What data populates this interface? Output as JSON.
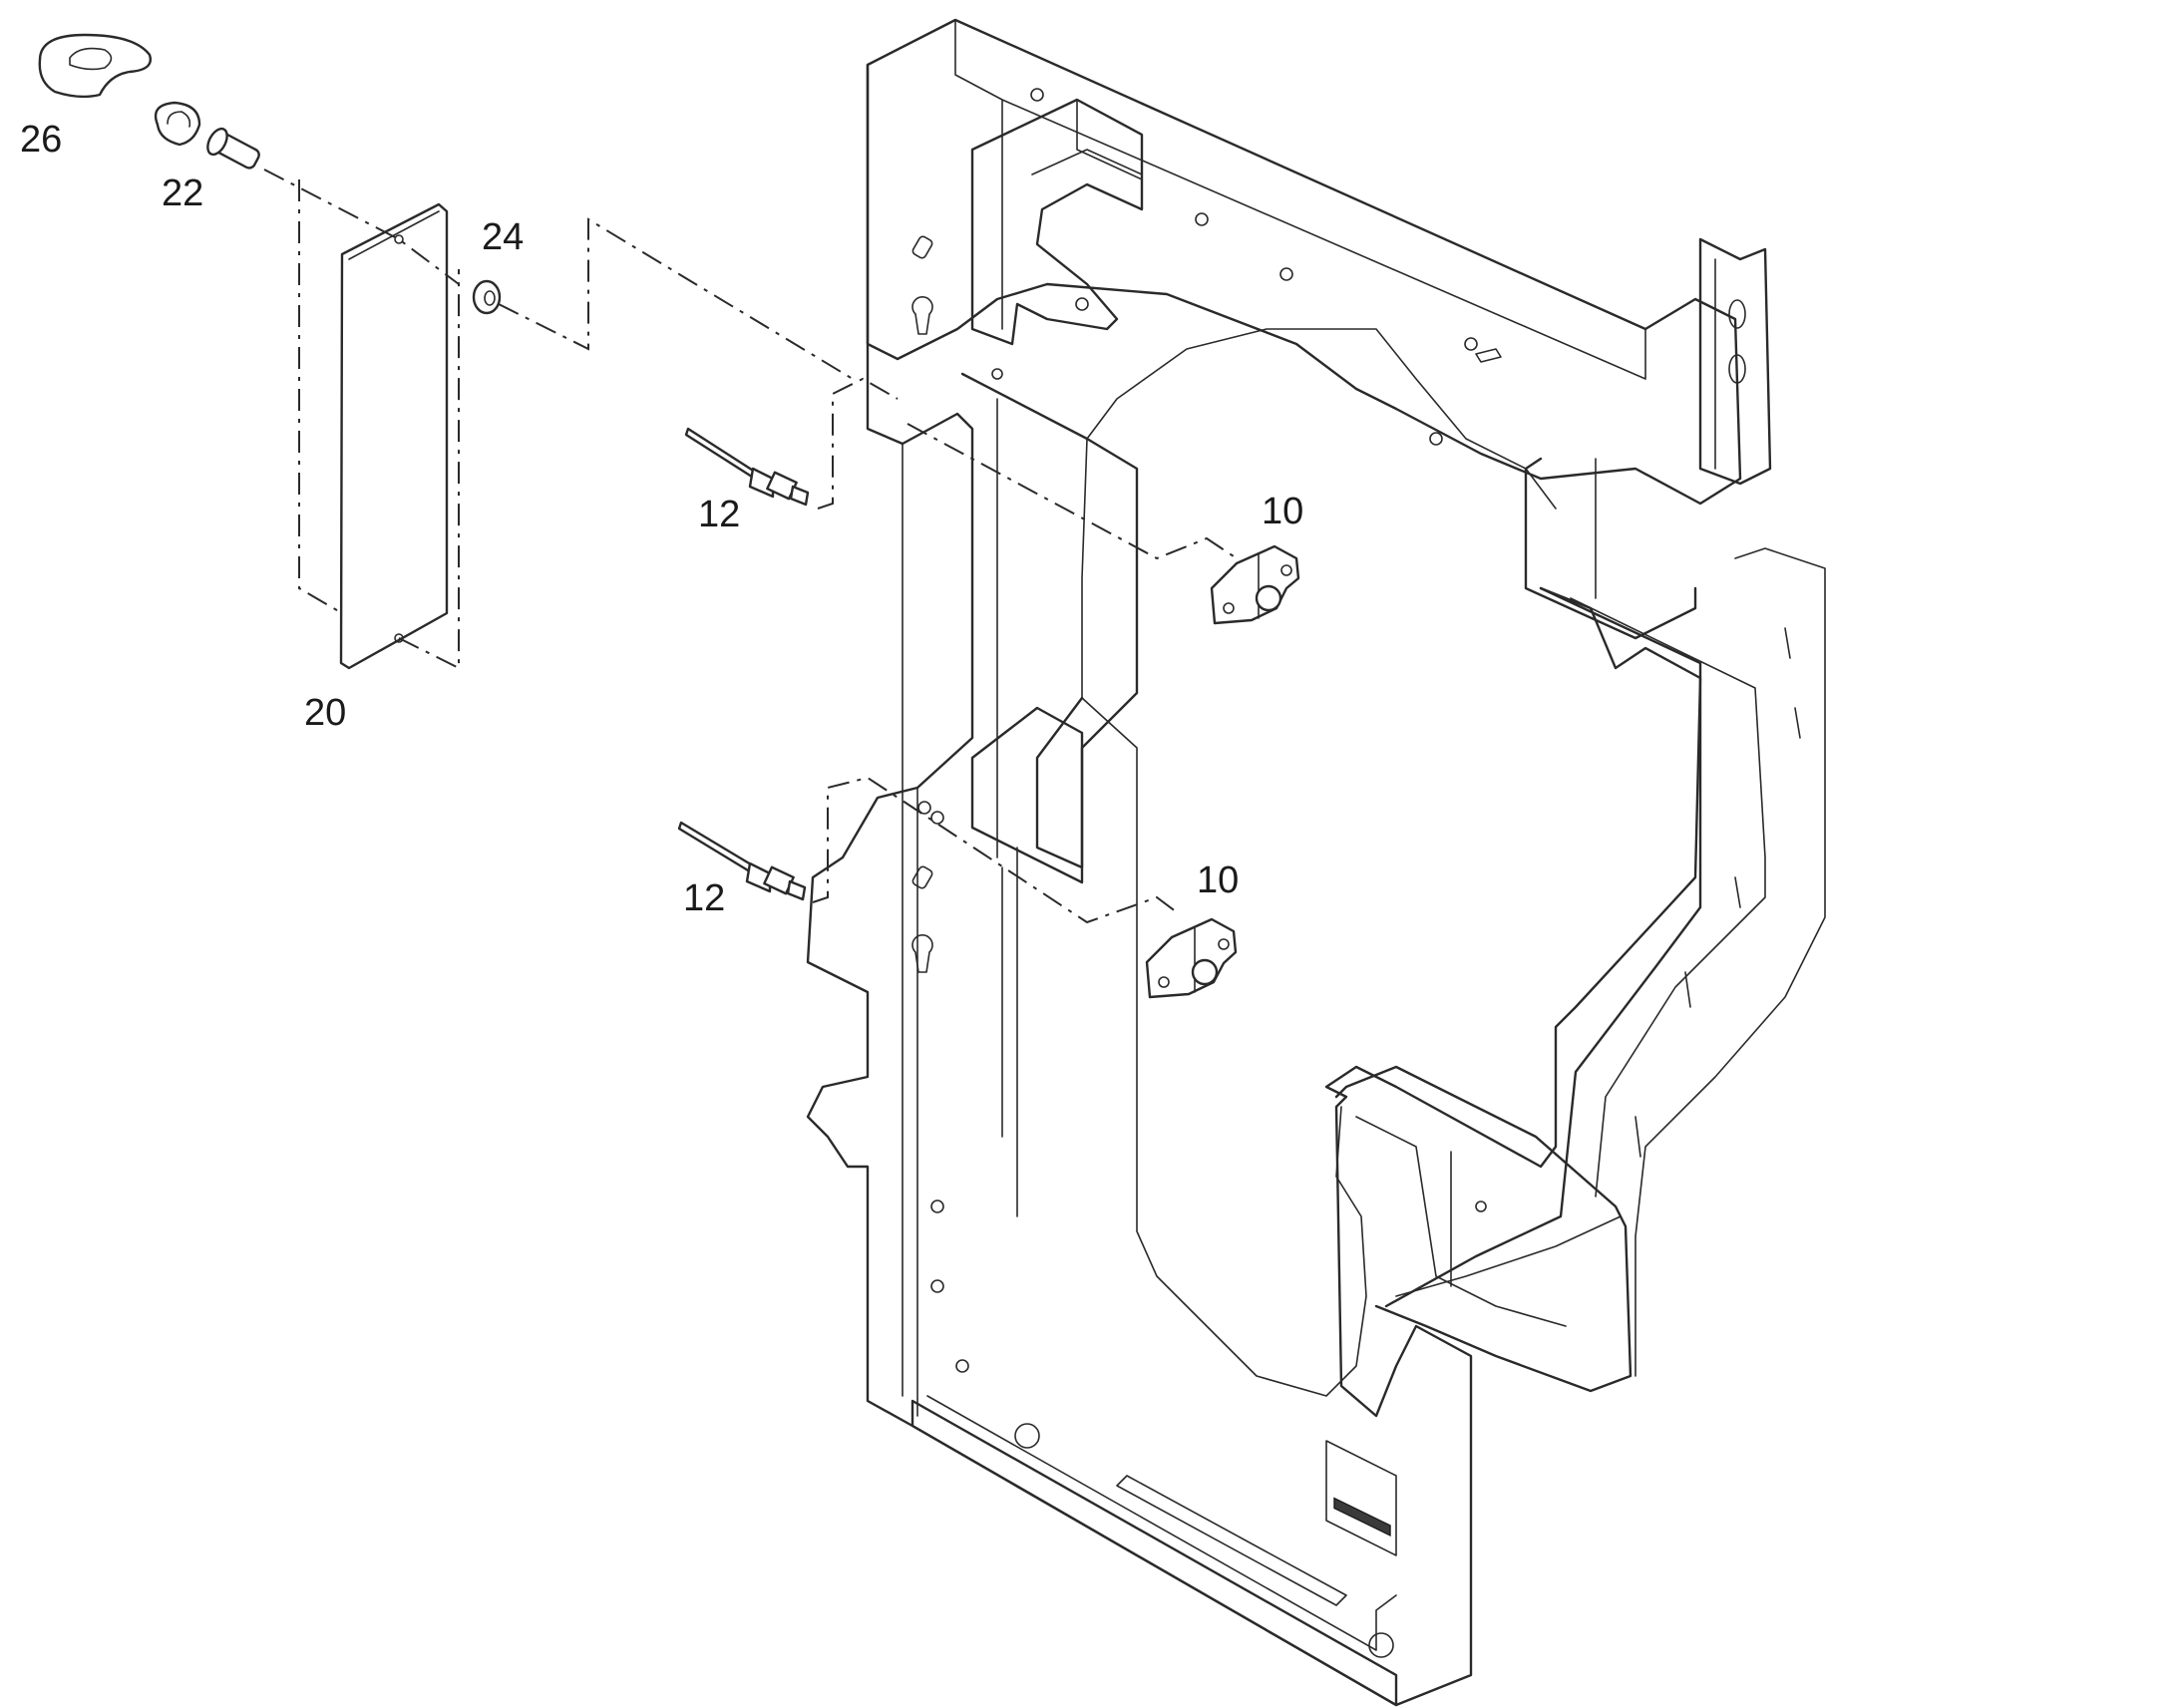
{
  "diagram": {
    "callouts": [
      {
        "id": "c26",
        "text": "26"
      },
      {
        "id": "c22",
        "text": "22"
      },
      {
        "id": "c24",
        "text": "24"
      },
      {
        "id": "c20",
        "text": "20"
      },
      {
        "id": "c12a",
        "text": "12"
      },
      {
        "id": "c10a",
        "text": "10"
      },
      {
        "id": "c12b",
        "text": "12"
      },
      {
        "id": "c10b",
        "text": "10"
      }
    ]
  },
  "colors": {
    "line": "#2a2a2a",
    "background": "#ffffff"
  }
}
